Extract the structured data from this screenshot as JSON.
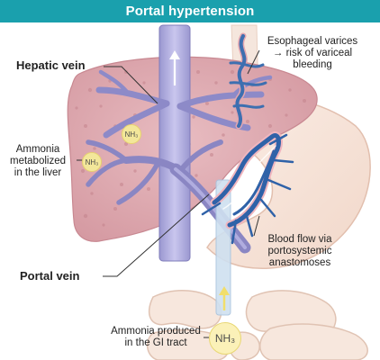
{
  "title": "Portal hypertension",
  "labels": {
    "hepatic_vein": "Hepatic vein",
    "esophageal_varices_line1": "Esophageal varices",
    "esophageal_varices_line2": "→ risk of variceal",
    "esophageal_varices_line3": "bleeding",
    "ammonia_liver_line1": "Ammonia",
    "ammonia_liver_line2": "metabolized",
    "ammonia_liver_line3": "in the liver",
    "blood_flow_line1": "Blood flow via",
    "blood_flow_line2": "portosystemic",
    "blood_flow_line3": "anastomoses",
    "portal_vein": "Portal vein",
    "ammonia_gi_line1": "Ammonia produced",
    "ammonia_gi_line2": "in the GI tract"
  },
  "molecules": {
    "small": "NH₃",
    "large": "NH₃"
  },
  "colors": {
    "banner": "#1aa0ad",
    "liver": "#d9a4ab",
    "stomach": "#f7e3d8",
    "vein": "#8a86c3",
    "varices": "#3d6fb0"
  }
}
